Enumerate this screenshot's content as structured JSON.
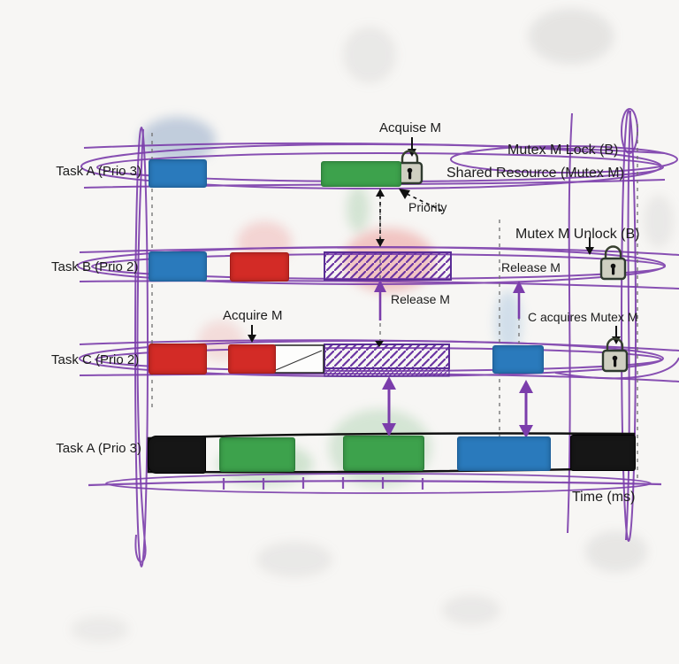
{
  "rows": [
    {
      "label": "Task A (Prio 3)"
    },
    {
      "label": "Task B (Prio 2)"
    },
    {
      "label": "Task C (Prio 2)"
    },
    {
      "label": "Task A (Prio 3)"
    }
  ],
  "annotations": {
    "acquire_m_taskA": "Acquise M",
    "mutex_m_lock": "Mutex M Lock (B)",
    "shared_resource": "Shared Resource (Mutex M)",
    "priority": "Priority",
    "mutex_m_unlock": "Mutex M Unlock (B)",
    "release_m_inline": "Release M",
    "release_m_between": "Release M",
    "acquire_m_taskC": "Acquire M",
    "c_acquires_mutex": "C acquires Mutex M",
    "time_axis_label": "Time (ms)"
  },
  "colors": {
    "ink_purple": "#7b3dab",
    "task_blue": "#2a7abc",
    "task_red": "#d32b26",
    "task_green": "#3da24c",
    "task_black": "#161616",
    "hatch_purple": "#6b35a2",
    "lock_body": "#cfcfc1",
    "paper": "#f7f6f4"
  },
  "diagram_data": {
    "type": "gantt-timeline",
    "axis": "Time (ms)",
    "rows": [
      {
        "task": "Task A (Prio 3)",
        "segments": [
          {
            "style": "blue"
          },
          {
            "style": "green",
            "note": "locks Mutex M (Acquise M / Mutex M Lock (B) / Shared Resource (Mutex M))"
          }
        ]
      },
      {
        "task": "Task B (Prio 2)",
        "segments": [
          {
            "style": "blue"
          },
          {
            "style": "red"
          },
          {
            "style": "hatched",
            "note": "Release M / Mutex M Unlock (B)"
          }
        ]
      },
      {
        "task": "Task C (Prio 2)",
        "segments": [
          {
            "style": "red"
          },
          {
            "style": "red",
            "note": "Acquire M"
          },
          {
            "style": "outline"
          },
          {
            "style": "hatched",
            "note": "Release M"
          },
          {
            "style": "blue",
            "note": "C acquires Mutex M"
          }
        ]
      },
      {
        "task": "Task A (Prio 3)",
        "segments": [
          {
            "style": "black"
          },
          {
            "style": "green"
          },
          {
            "style": "green"
          },
          {
            "style": "blue"
          },
          {
            "style": "black"
          }
        ]
      }
    ]
  }
}
